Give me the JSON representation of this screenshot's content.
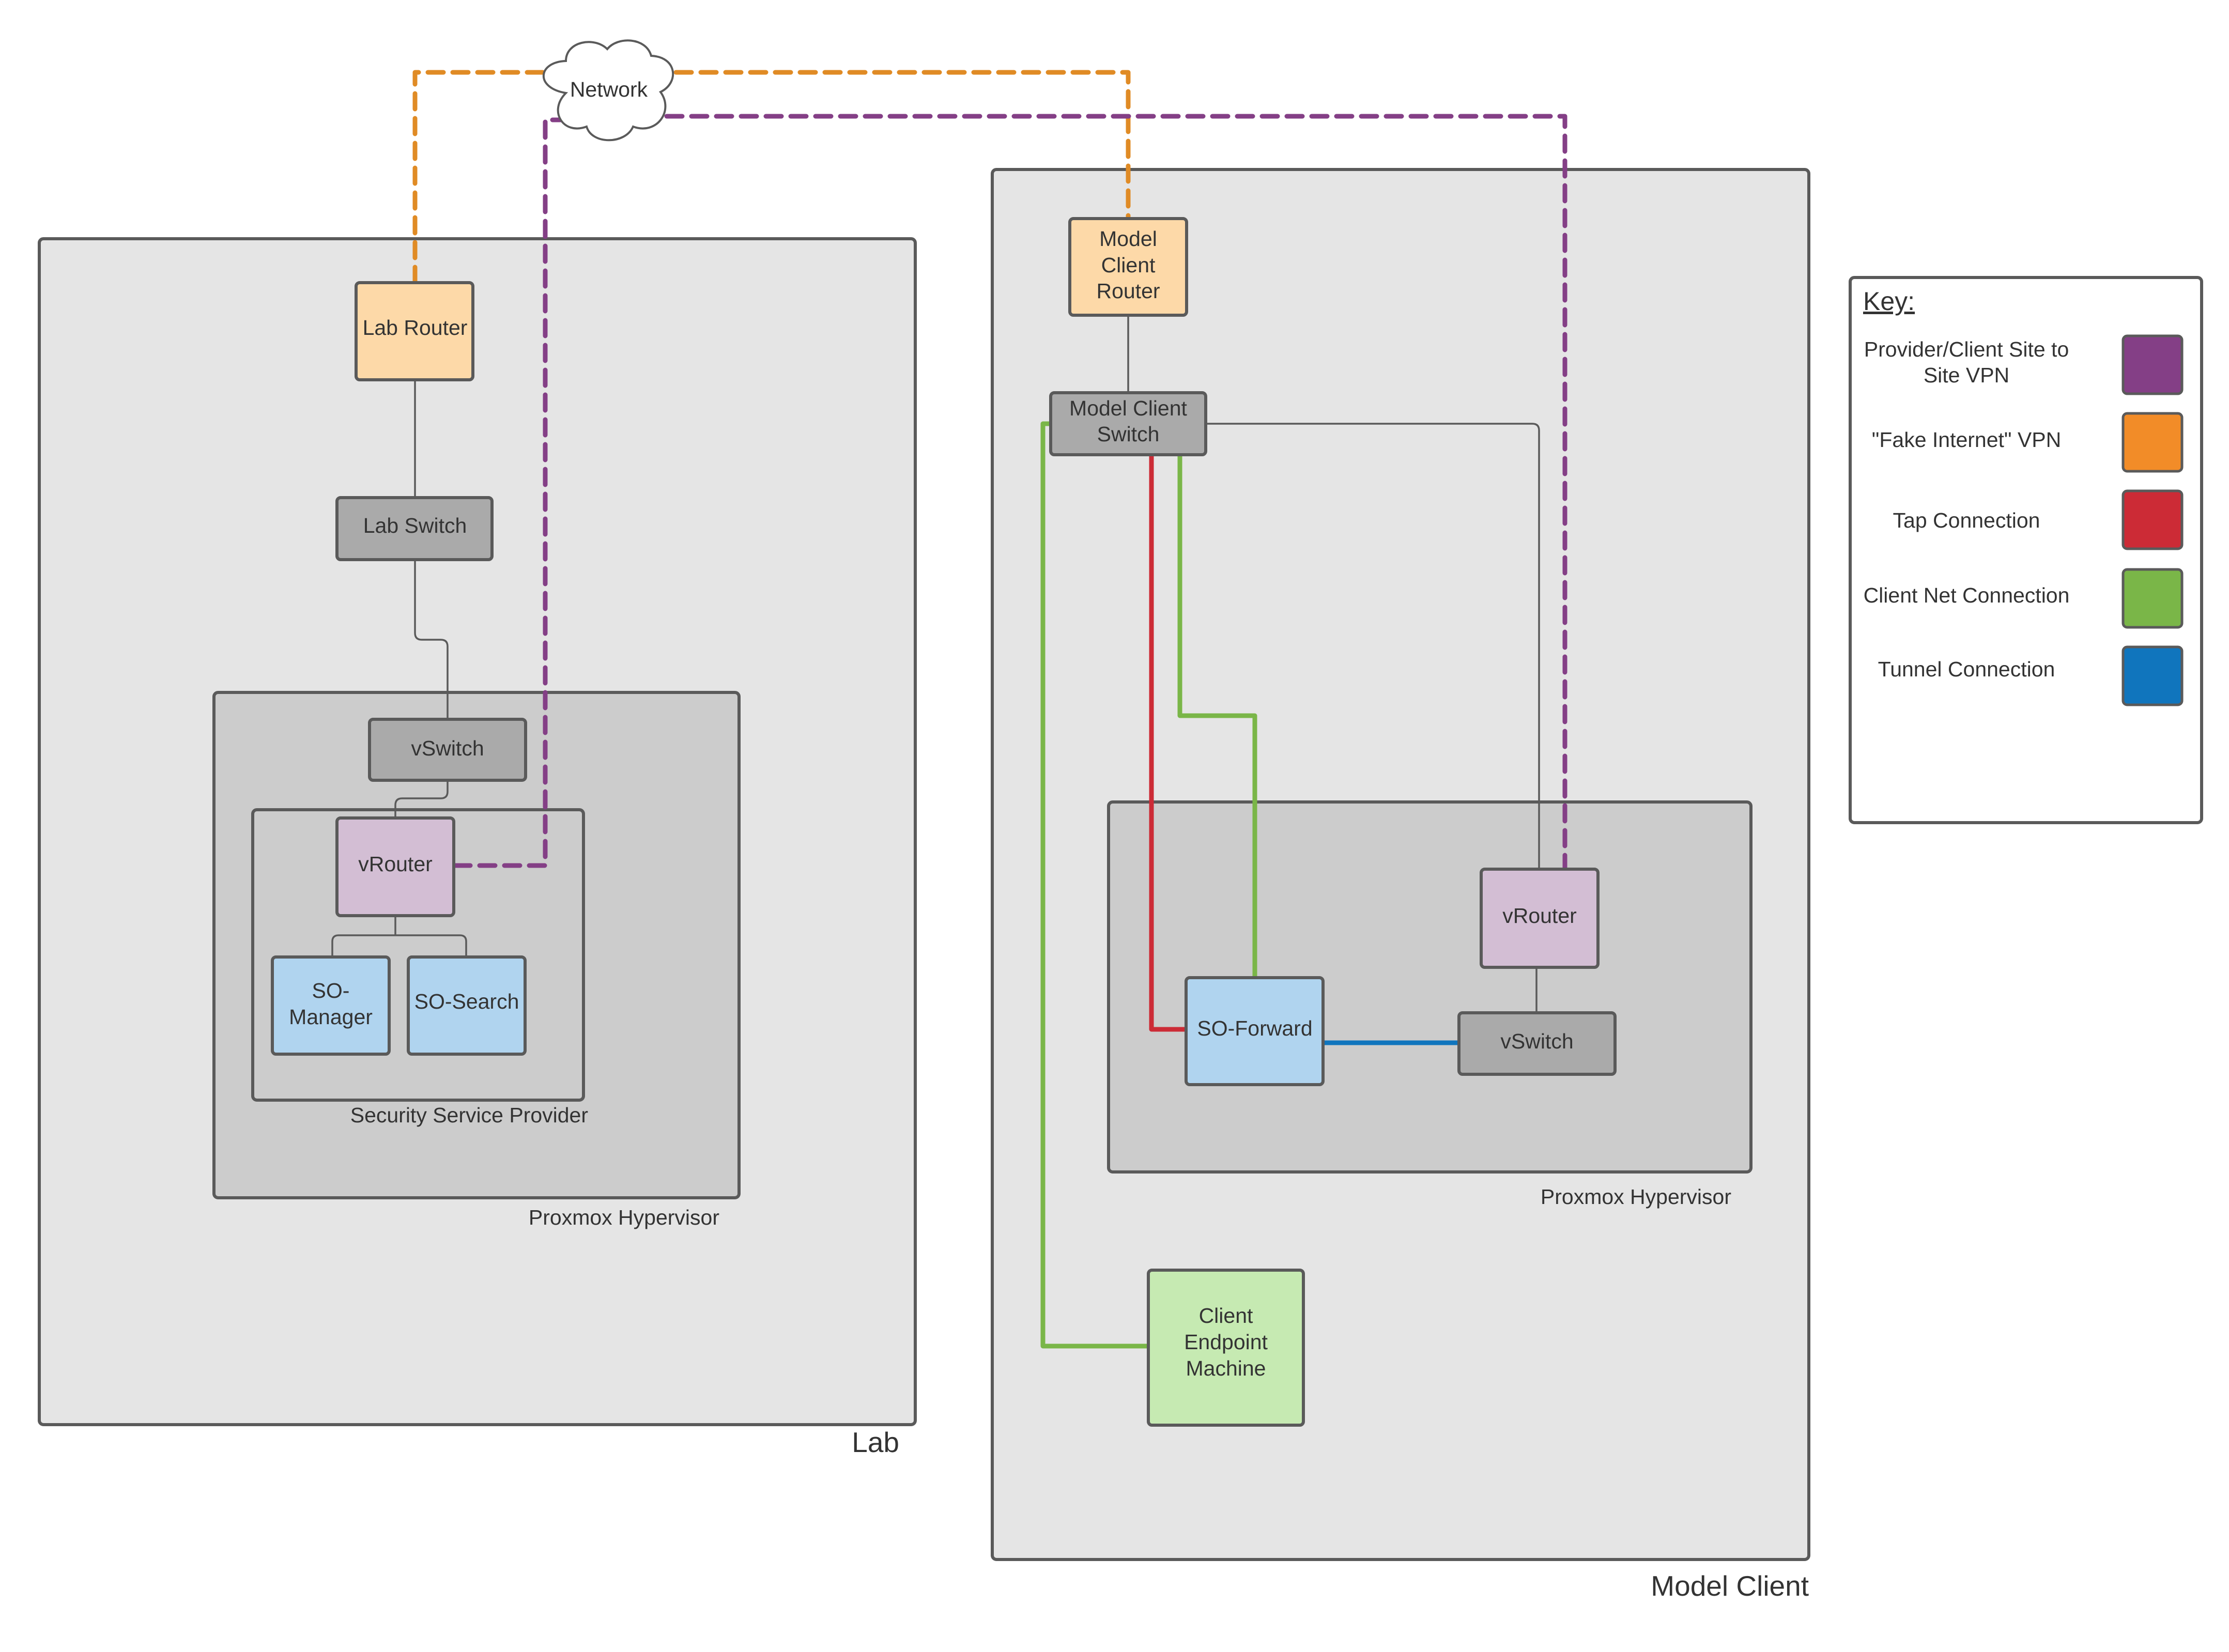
{
  "diagram": {
    "network": "Network",
    "lab": {
      "title": "Lab",
      "router": "Lab Router",
      "switch": "Lab Switch",
      "hypervisor": "Proxmox Hypervisor",
      "vswitch": "vSwitch",
      "provider": "Security Service Provider",
      "vrouter": "vRouter",
      "so_manager": [
        "SO-",
        "Manager"
      ],
      "so_search": "SO-Search"
    },
    "client": {
      "title": "Model Client",
      "router": [
        "Model",
        "Client",
        "Router"
      ],
      "switch": [
        "Model Client",
        "Switch"
      ],
      "hypervisor": "Proxmox Hypervisor",
      "vrouter": "vRouter",
      "vswitch": "vSwitch",
      "so_forward": "SO-Forward",
      "endpoint": [
        "Client",
        "Endpoint",
        "Machine"
      ]
    }
  },
  "key": {
    "title": "Key:",
    "items": [
      {
        "label": [
          "Provider/Client Site to",
          "Site VPN"
        ],
        "color": "#843f86"
      },
      {
        "label": [
          "\"Fake Internet\" VPN"
        ],
        "color": "#f28c28"
      },
      {
        "label": [
          "Tap Connection"
        ],
        "color": "#cc2b36"
      },
      {
        "label": [
          "Client Net Connection"
        ],
        "color": "#7ab648"
      },
      {
        "label": [
          "Tunnel Connection"
        ],
        "color": "#1075bd"
      }
    ]
  },
  "colors": {
    "vpn": "#843f86",
    "fake_internet": "#e08b25",
    "tap": "#cc2b36",
    "client_net": "#7ab648",
    "tunnel": "#1075bd",
    "router_fill": "#fdd9a8",
    "switch_fill": "#aaaaaa",
    "vrouter_fill": "#d3bed4",
    "so_fill": "#b0d4ef",
    "endpoint_fill": "#c6eab2"
  }
}
